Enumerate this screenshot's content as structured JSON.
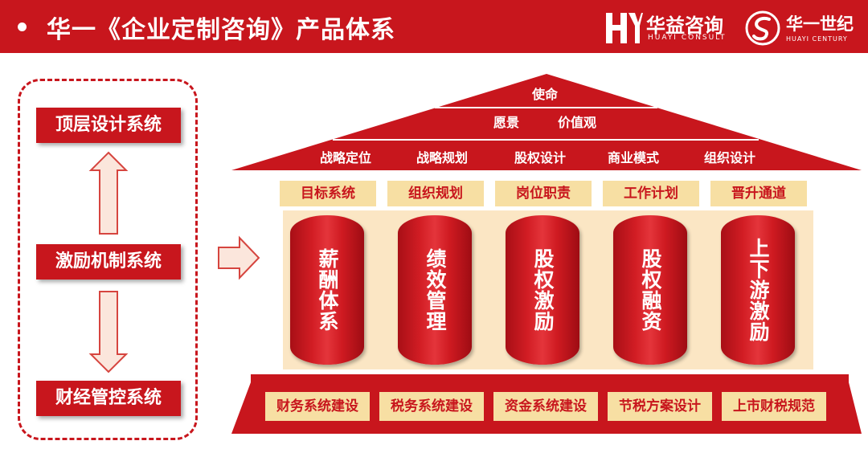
{
  "header": {
    "title": "华一《企业定制咨询》产品体系",
    "logo_huayi": {
      "name": "华益咨询",
      "sub": "HUAYI CONSULT"
    },
    "logo_century": {
      "name": "华一世纪",
      "sub": "HUAYI CENTURY"
    },
    "accent_color": "#c8161d"
  },
  "left_systems": [
    "顶层设计系统",
    "激励机制系统",
    "财经管控系统"
  ],
  "roof": {
    "top": "使命",
    "middle": [
      "愿景",
      "价值观"
    ],
    "bottom": [
      "战略定位",
      "战略规划",
      "股权设计",
      "商业模式",
      "组织设计"
    ]
  },
  "beam": [
    "目标系统",
    "组织规划",
    "岗位职责",
    "工作计划",
    "晋升通道"
  ],
  "pillars": [
    "薪酬体系",
    "绩效管理",
    "股权激励",
    "股权融资",
    "上下游激励"
  ],
  "foundation": [
    "财务系统建设",
    "税务系统建设",
    "资金系统建设",
    "节税方案设计",
    "上市财税规范"
  ]
}
